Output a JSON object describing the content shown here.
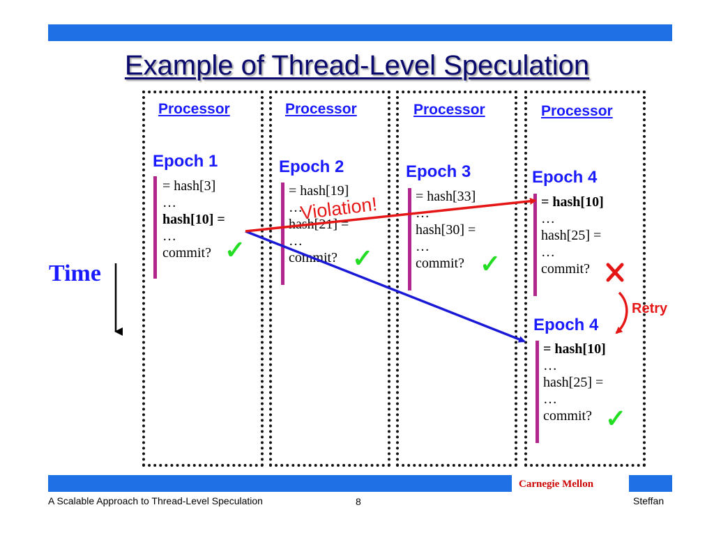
{
  "title": "Example of Thread-Level Speculation",
  "time_label": "Time",
  "processor_label": "Processor",
  "columns": [
    {
      "epoch": "Epoch 1",
      "lines": [
        "= hash[3]",
        "…",
        "hash[10] =",
        "…",
        "commit?"
      ],
      "bold_lines": [
        2
      ]
    },
    {
      "epoch": "Epoch 2",
      "lines": [
        "= hash[19]",
        "…",
        "hash[21] =",
        "…",
        "commit?"
      ],
      "bold_lines": []
    },
    {
      "epoch": "Epoch 3",
      "lines": [
        "= hash[33]",
        "…",
        "hash[30] =",
        "…",
        "commit?"
      ],
      "bold_lines": []
    },
    {
      "epoch": "Epoch 4",
      "lines": [
        "= hash[10]",
        "…",
        "hash[25] =",
        "…",
        "commit?"
      ],
      "bold_lines": [
        0
      ]
    }
  ],
  "retry_block": {
    "epoch": "Epoch 4",
    "lines": [
      "= hash[10]",
      "…",
      "hash[25] =",
      "…",
      "commit?"
    ],
    "bold_lines": [
      0
    ]
  },
  "violation_label": "Violation!",
  "retry_label": "Retry",
  "footer": {
    "left": "A Scalable Approach to Thread-Level Speculation",
    "page": "8",
    "right": "Steffan",
    "institution": "Carnegie Mellon"
  },
  "colors": {
    "accent_blue": "#1f6fe5",
    "label_blue": "#1a1aff",
    "violation_red": "#e51616",
    "check_green": "#22dd22",
    "bar_magenta": "#b0268c"
  }
}
